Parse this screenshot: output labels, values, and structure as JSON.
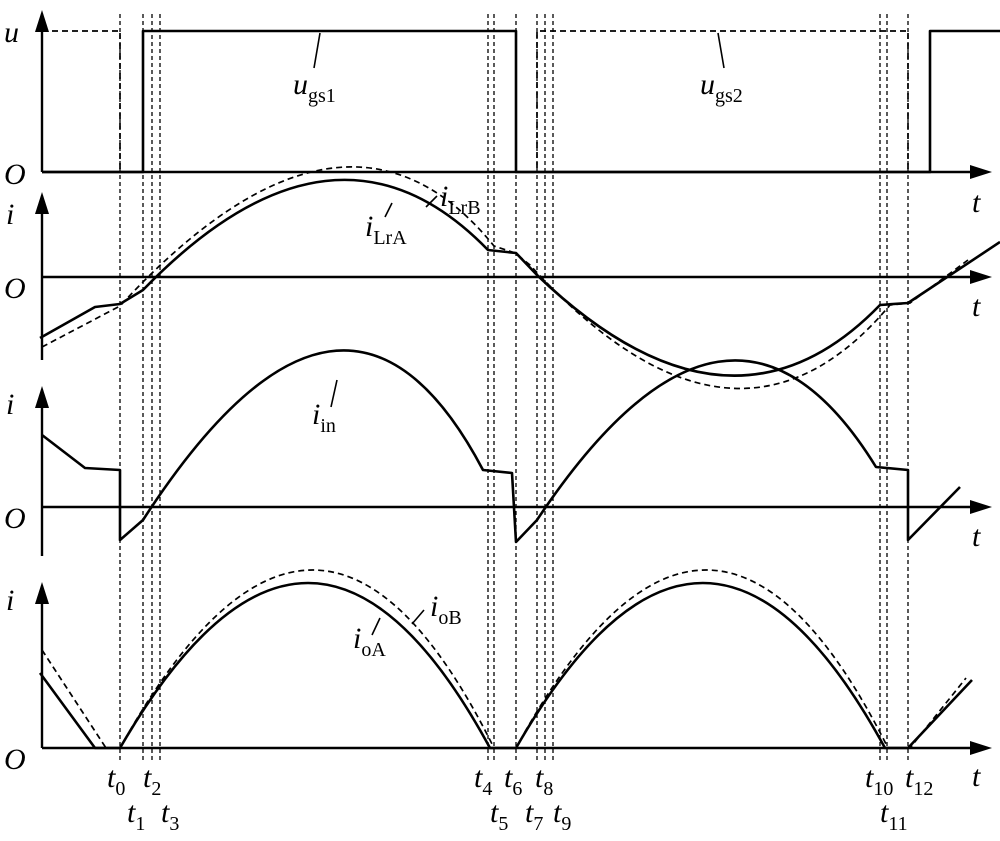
{
  "panels": [
    {
      "y_label": "u",
      "x_label": "t",
      "origin": "O"
    },
    {
      "y_label": "i",
      "x_label": "t",
      "origin": "O"
    },
    {
      "y_label": "i",
      "x_label": "t",
      "origin": "O"
    },
    {
      "y_label": "i",
      "x_label": "t",
      "origin": "O"
    }
  ],
  "curves": {
    "ugs1": {
      "main": "u",
      "sub": "gs1"
    },
    "ugs2": {
      "main": "u",
      "sub": "gs2"
    },
    "iLrA": {
      "main": "i",
      "sub": "LrA"
    },
    "iLrB": {
      "main": "i",
      "sub": "LrB"
    },
    "iin": {
      "main": "i",
      "sub": "in"
    },
    "ioA": {
      "main": "i",
      "sub": "oA"
    },
    "ioB": {
      "main": "i",
      "sub": "oB"
    }
  },
  "time_markers": [
    {
      "main": "t",
      "sub": "0"
    },
    {
      "main": "t",
      "sub": "1"
    },
    {
      "main": "t",
      "sub": "2"
    },
    {
      "main": "t",
      "sub": "3"
    },
    {
      "main": "t",
      "sub": "4"
    },
    {
      "main": "t",
      "sub": "5"
    },
    {
      "main": "t",
      "sub": "6"
    },
    {
      "main": "t",
      "sub": "7"
    },
    {
      "main": "t",
      "sub": "8"
    },
    {
      "main": "t",
      "sub": "9"
    },
    {
      "main": "t",
      "sub": "10"
    },
    {
      "main": "t",
      "sub": "11"
    },
    {
      "main": "t",
      "sub": "12"
    }
  ]
}
